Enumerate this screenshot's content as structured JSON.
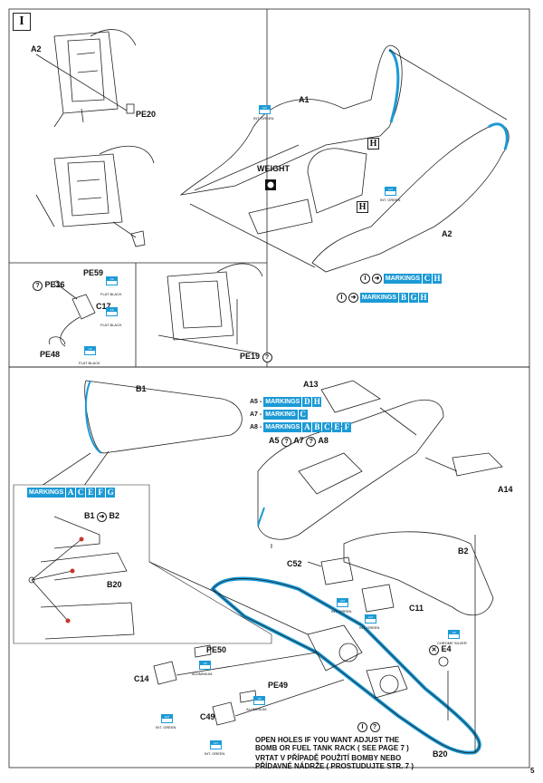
{
  "page": {
    "number": "5",
    "section": "I"
  },
  "colors": {
    "accent": "#1b9ad6",
    "ink": "#222222"
  },
  "top_left": {
    "labels": {
      "a2": "A2",
      "pe20": "PE20",
      "pe16": "PE16",
      "pe59": "PE59",
      "c17": "C17",
      "pe48": "PE48",
      "pe19": "PE19"
    },
    "paints": [
      {
        "code": "C9",
        "name": "FLAT BLACK"
      },
      {
        "code": "C9",
        "name": "FLAT BLACK"
      },
      {
        "code": "C9",
        "name": "FLAT BLACK"
      }
    ]
  },
  "top_right": {
    "labels": {
      "a1": "A1",
      "a2": "A2",
      "weight": "WEIGHT",
      "h1": "H",
      "h2": "H"
    },
    "paints": [
      {
        "code": "C27",
        "name": "INT. GREEN"
      },
      {
        "code": "C27",
        "name": "INT. GREEN"
      }
    ],
    "markings_1": {
      "label": "MARKINGS",
      "letters": [
        "C",
        "H"
      ]
    },
    "markings_2": {
      "label": "MARKINGS",
      "letters": [
        "B",
        "G",
        "H"
      ]
    }
  },
  "bottom": {
    "labels": {
      "b1": "B1",
      "a13": "A13",
      "a14": "A14",
      "b2": "B2",
      "c52": "C52",
      "c11": "C11",
      "e4": "E4",
      "pe50": "PE50",
      "c14": "C14",
      "pe49": "PE49",
      "c49": "C49",
      "b20": "B20",
      "b20_inset": "B20",
      "b1_b2_left": "B1",
      "b1_b2_right": "B2"
    },
    "markings_list": [
      {
        "prefix": "A5 -",
        "label": "MARKINGS",
        "letters": [
          "D",
          "H"
        ]
      },
      {
        "prefix": "A7 -",
        "label": "MARKING",
        "letters": [
          "C"
        ]
      },
      {
        "prefix": "A8 -",
        "label": "MARKINGS",
        "letters": [
          "A",
          "B",
          "C",
          "E",
          "F"
        ]
      }
    ],
    "options_line": {
      "a5": "A5",
      "a7": "A7",
      "a8": "A8"
    },
    "inset_markings": {
      "label": "MARKINGS",
      "letters": [
        "A",
        "C",
        "E",
        "F",
        "G"
      ]
    },
    "paints": [
      {
        "code": "C27",
        "name": "INT. GREEN"
      },
      {
        "code": "C27",
        "name": "INT. GREEN"
      },
      {
        "code": "C27",
        "name": "INT. GREEN"
      },
      {
        "code": "C27",
        "name": "INT. GREEN"
      },
      {
        "code": "C8",
        "name": "CHROME SILVER"
      },
      {
        "code": "C8",
        "name": "ALUMINIUM"
      },
      {
        "code": "C8",
        "name": "ALUMINIUM"
      }
    ],
    "note_en": [
      "OPEN HOLES IF YOU WANT ADJUST THE",
      "BOMB OR FUEL TANK RACK  ( SEE PAGE 7 )"
    ],
    "note_cz": [
      "VRTAT V PŘÍPADĚ POUŽITÍ BOMBY NEBO",
      "PŘÍDAVNÉ NÁDRŽE  ( PROSTUDUJTE STR. 7 )"
    ]
  }
}
